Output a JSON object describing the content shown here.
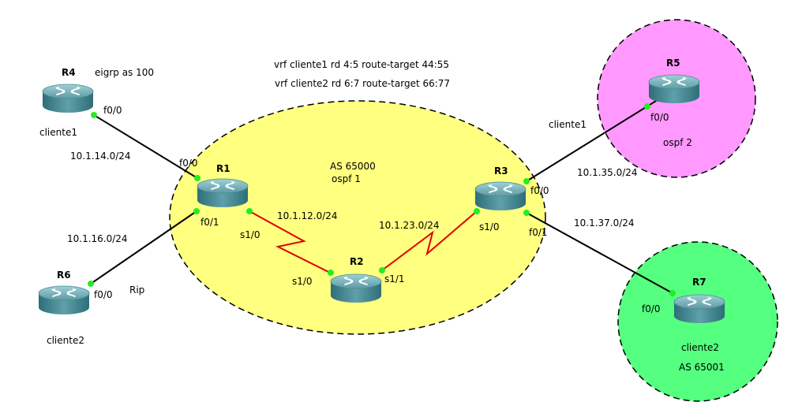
{
  "colors": {
    "core_cloud": "#ffff80",
    "ospf_cloud": "#ff99ff",
    "as65001_cloud": "#55ff7f",
    "serial_link": "#e00000",
    "ethernet_link": "#000000",
    "port_dot": "#22ee22"
  },
  "header": {
    "vrf1": "vrf cliente1  rd 4:5 route-target 44:55",
    "vrf2": "vrf cliente2  rd 6:7 route-target 66:77"
  },
  "core": {
    "as": "AS 65000",
    "igp": "ospf 1"
  },
  "routers": {
    "r1": "R1",
    "r2": "R2",
    "r3": "R3",
    "r4": "R4",
    "r5": "R5",
    "r6": "R6",
    "r7": "R7"
  },
  "icons": {
    "router": "router-icon"
  },
  "interfaces": {
    "r1_f00": "f0/0",
    "r1_f01": "f0/1",
    "r1_s10": "s1/0",
    "r2_s10": "s1/0",
    "r2_s11": "s1/1",
    "r3_s10": "s1/0",
    "r3_f00": "f0/0",
    "r3_f01": "f0/1",
    "r4_f00": "f0/0",
    "r5_f00": "f0/0",
    "r6_f00": "f0/0",
    "r7_f00": "f0/0"
  },
  "subnets": {
    "r1_r4": "10.1.14.0/24",
    "r1_r6": "10.1.16.0/24",
    "r1_r2": "10.1.12.0/24",
    "r2_r3": "10.1.23.0/24",
    "r3_r5": "10.1.35.0/24",
    "r3_r7": "10.1.37.0/24"
  },
  "labels": {
    "r4_protocol": "eigrp as 100",
    "r4_client": "cliente1",
    "r6_protocol": "Rip",
    "r6_client": "cliente2",
    "r5_link_client": "cliente1",
    "r5_protocol": "ospf  2",
    "r7_client": "cliente2",
    "r7_as": "AS 65001"
  }
}
